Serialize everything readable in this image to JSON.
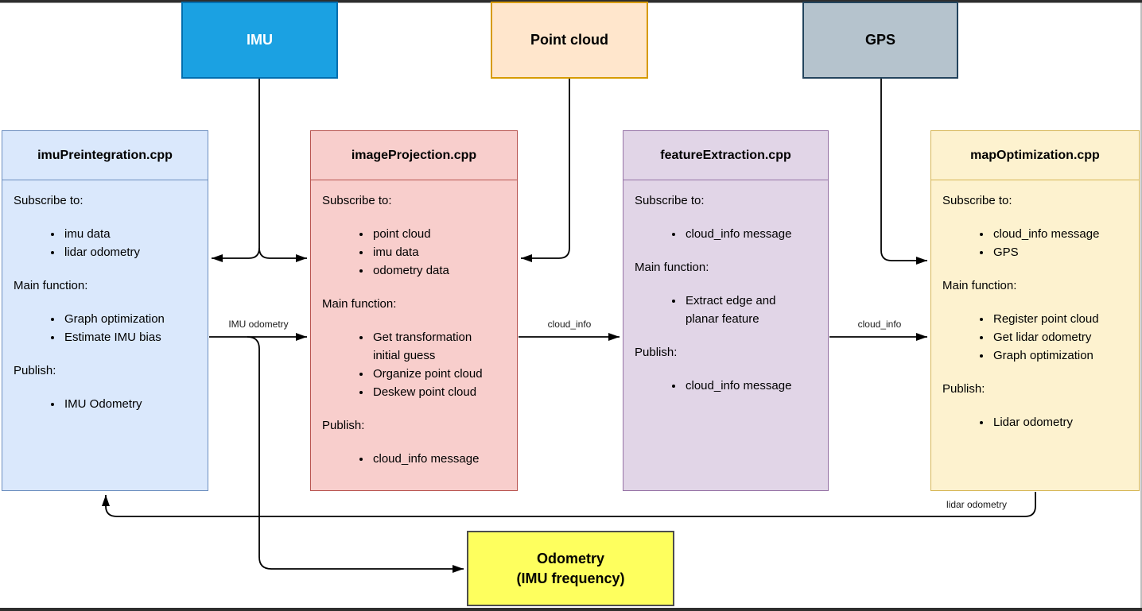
{
  "inputs": [
    {
      "label": "IMU"
    },
    {
      "label": "Point cloud"
    },
    {
      "label": "GPS"
    }
  ],
  "modules": [
    {
      "title": "imuPreintegration.cpp",
      "sections": [
        {
          "heading": "Subscribe to:",
          "items": [
            "imu data",
            "lidar odometry"
          ]
        },
        {
          "heading": "Main function:",
          "items": [
            "Graph optimization",
            "Estimate IMU bias"
          ]
        },
        {
          "heading": "Publish:",
          "items": [
            "IMU Odometry"
          ]
        }
      ]
    },
    {
      "title": "imageProjection.cpp",
      "sections": [
        {
          "heading": "Subscribe to:",
          "items": [
            "point cloud",
            "imu data",
            "odometry data"
          ]
        },
        {
          "heading": "Main function:",
          "items": [
            "Get transformation initial guess",
            "Organize point cloud",
            "Deskew point cloud"
          ]
        },
        {
          "heading": "Publish:",
          "items": [
            "cloud_info message"
          ]
        }
      ]
    },
    {
      "title": "featureExtraction.cpp",
      "sections": [
        {
          "heading": "Subscribe to:",
          "items": [
            "cloud_info message"
          ]
        },
        {
          "heading": "Main function:",
          "items": [
            "Extract edge and planar feature"
          ]
        },
        {
          "heading": "Publish:",
          "items": [
            "cloud_info message"
          ]
        }
      ]
    },
    {
      "title": "mapOptimization.cpp",
      "sections": [
        {
          "heading": "Subscribe to:",
          "items": [
            "cloud_info message",
            "GPS"
          ]
        },
        {
          "heading": "Main function:",
          "items": [
            "Register point cloud",
            "Get lidar odometry",
            "Graph optimization"
          ]
        },
        {
          "heading": "Publish:",
          "items": [
            "Lidar odometry"
          ]
        }
      ]
    }
  ],
  "output_box": {
    "line1": "Odometry",
    "line2": "(IMU frequency)"
  },
  "edges": {
    "imu_odometry": "IMU odometry",
    "cloud_info_1": "cloud_info",
    "cloud_info_2": "cloud_info",
    "lidar_odometry": "lidar odometry"
  },
  "palette": {
    "imu_fill": "#1ba1e2",
    "imu_stroke": "#006eaf",
    "imu_text": "#ffffff",
    "pointcloud_fill": "#ffe6cc",
    "pointcloud_stroke": "#d79b00",
    "gps_fill": "#b5c3cd",
    "gps_stroke": "#23445d",
    "imupreintegration_fill": "#dae8fc",
    "imupreintegration_stroke": "#6c8ebf",
    "imageprojection_fill": "#f8cecc",
    "imageprojection_stroke": "#b85450",
    "featureextraction_fill": "#e1d5e7",
    "featureextraction_stroke": "#9673a6",
    "mapoptimization_fill": "#fdf2cf",
    "mapoptimization_stroke": "#d6b656",
    "output_fill": "#feff5e",
    "output_stroke": "#4d4d4d",
    "connector": "#000000",
    "frame_bar": "#2e2e2e"
  }
}
